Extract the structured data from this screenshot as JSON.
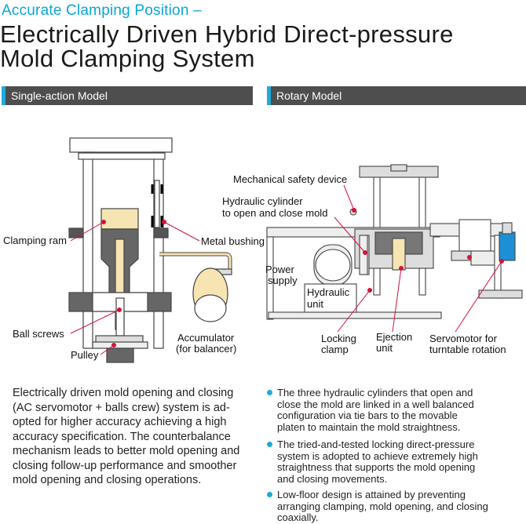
{
  "header": {
    "kicker": "Accurate Clamping Position –",
    "title_line1": "Electrically Driven Hybrid Direct-pressure",
    "title_line2": "Mold Clamping System"
  },
  "sections": {
    "left_title": "Single-action Model",
    "right_title": "Rotary Model"
  },
  "left_labels": {
    "clamping_ram": "Clamping ram",
    "metal_bushing": "Metal bushing",
    "ball_screws": "Ball screws",
    "pulley": "Pulley",
    "accumulator_1": "Accumulator",
    "accumulator_2": "(for balancer)"
  },
  "right_labels": {
    "mech_safety": "Mechanical safety device",
    "hyd_cyl_1": "Hydraulic cylinder",
    "hyd_cyl_2": "to open and close mold",
    "power_1": "Power",
    "power_2": "supply",
    "hyd_unit_1": "Hydraulic",
    "hyd_unit_2": "unit",
    "locking_1": "Locking",
    "locking_2": "clamp",
    "ejection_1": "Ejection",
    "ejection_2": "unit",
    "servo_1": "Servomotor for",
    "servo_2": "turntable rotation"
  },
  "description": {
    "lines": [
      "Electrically driven mold opening and closing",
      "(AC servomotor + balls crew) system is ad-",
      "opted for higher accuracy achieving a high",
      "accuracy specification. The counterbalance",
      "mechanism leads to better mold opening and",
      "closing follow-up performance and smoother",
      "mold opening and closing operations."
    ]
  },
  "bullets": [
    {
      "lines": [
        "The three hydraulic cylinders that open and",
        "close the mold are linked in a well balanced",
        "configuration via tie bars to the movable",
        "platen to maintain the mold straightness."
      ]
    },
    {
      "lines": [
        "The tried-and-tested locking direct-pressure",
        "system is adopted to achieve extremely high",
        "straightness that supports the mold opening",
        "and closing movements."
      ]
    },
    {
      "lines": [
        "Low-floor design is attained by preventing",
        "arranging clamping, mold opening, and closing",
        "coaxially."
      ]
    }
  ],
  "colors": {
    "accent": "#21a9da",
    "kicker": "#0aa6d6",
    "section_bar": "#4e4e4e",
    "ram_fill": "#f6e4b3",
    "leader": "#d0143c",
    "servomotor": "#1e8fd6"
  }
}
